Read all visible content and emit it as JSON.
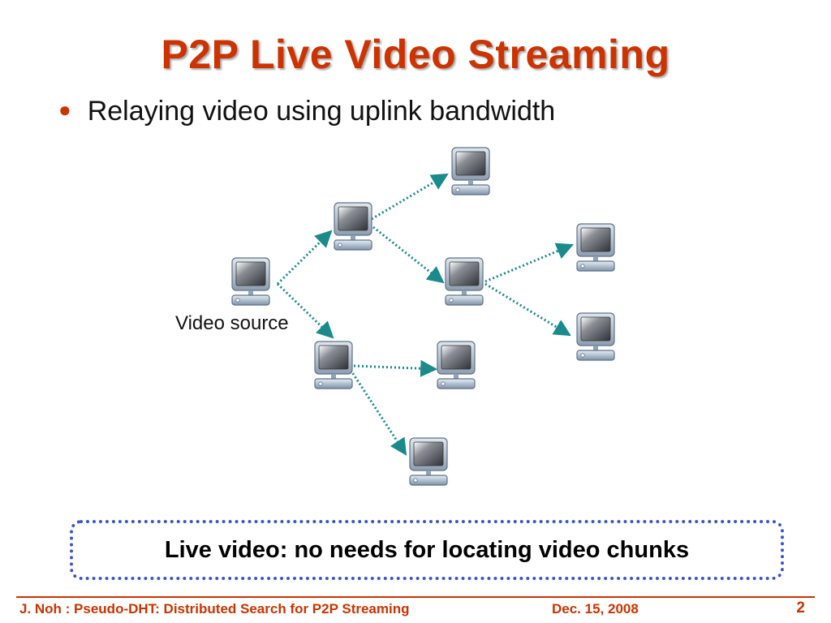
{
  "slide": {
    "title": "P2P Live Video Streaming",
    "bullet": "Relaying video using uplink bandwidth",
    "source_label": "Video source",
    "callout": "Live video: no needs for locating video chunks"
  },
  "footer": {
    "left": "J. Noh : Pseudo-DHT: Distributed Search for P2P Streaming",
    "date": "Dec. 15, 2008",
    "page": "2"
  },
  "colors": {
    "title": "#cc3300",
    "arrow": "#1a8a8a",
    "callout_border": "#3a55c8",
    "footer": "#cc3300"
  },
  "icons": [
    "computer-icon"
  ]
}
